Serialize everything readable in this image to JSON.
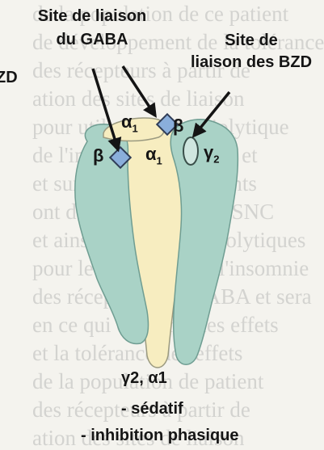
{
  "callouts": {
    "gaba_site": [
      "Site de liaison",
      "du GABA"
    ],
    "bzd_site": [
      "Site de",
      "liaison des BZD"
    ],
    "left_cut": "ZD"
  },
  "subunits": {
    "alpha1_top": {
      "base": "α",
      "sub": "1"
    },
    "beta_right": "β",
    "beta_left": "β",
    "alpha1_center": {
      "base": "α",
      "sub": "1"
    },
    "gamma2": {
      "base": "γ",
      "sub": "2"
    }
  },
  "bottom_subunits": "γ2, α1",
  "effects": [
    "- sédatif",
    "- inhibition phasique"
  ],
  "colors": {
    "teal_fill": "#a9d2c6",
    "teal_stroke": "#6f9d92",
    "cream_fill": "#f7edc0",
    "diamond": "#8aaedb",
    "arrow": "#141414"
  }
}
